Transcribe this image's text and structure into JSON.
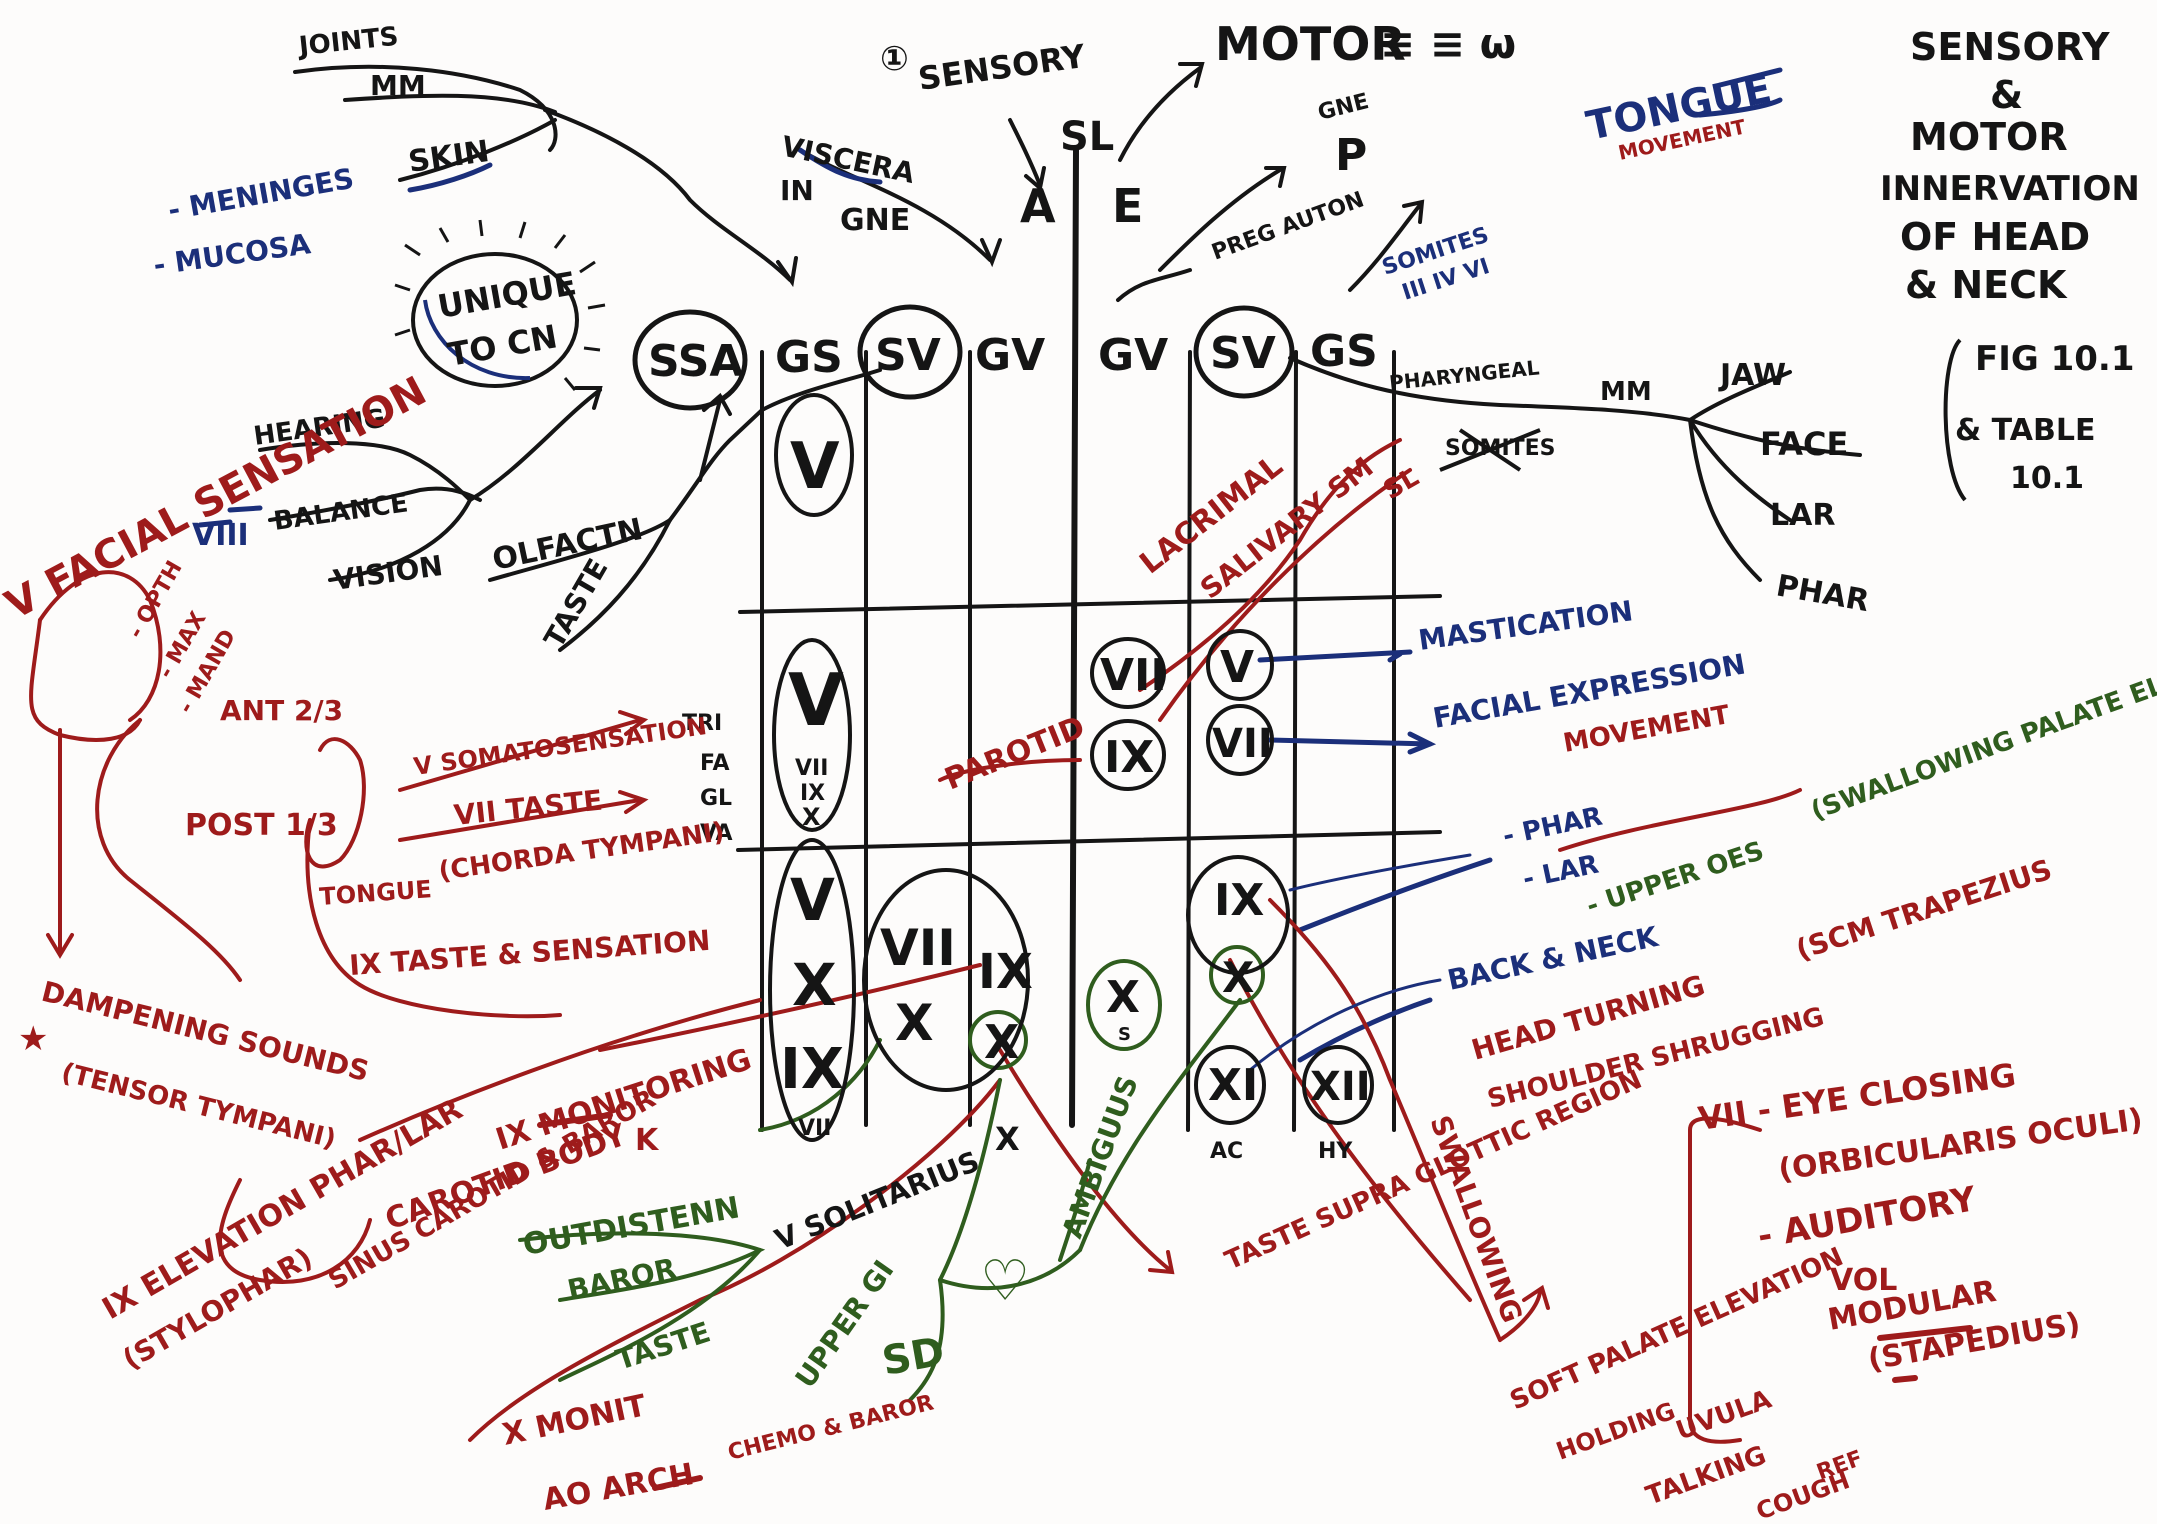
{
  "header": {
    "sensory": "SENSORY",
    "motor": "MOTOR",
    "motor_symbol": "≡ ≡ ω",
    "circled": "①",
    "sl": "SL",
    "a": "A",
    "e": "E",
    "title_lines": [
      "SENSORY",
      "&",
      "MOTOR",
      "INNERVATION",
      "OF HEAD",
      "& NECK"
    ],
    "ref_lines": [
      "FIG 10.1",
      "& TABLE",
      "10.1"
    ]
  },
  "top_left": {
    "joints": "JOINTS",
    "mm": "MM",
    "skin": "SKIN",
    "meninges": "- MENINGES",
    "mucosa": "- MUCOSA",
    "unique": "UNIQUE",
    "to_cn": "TO CN",
    "hearing": "HEARING",
    "balance": "BALANCE",
    "vision": "VISION",
    "viii": "VIII",
    "olfaction": "OLFACTN",
    "taste": "TASTE",
    "viscera": "VISCERA",
    "in": "IN",
    "gne": "GNE"
  },
  "columns": {
    "ssa": "SSA",
    "gs_left": "GS",
    "sv_left": "SV",
    "gv_left": "GV",
    "gv_right": "GV",
    "sv_right": "SV",
    "gs_right": "GS"
  },
  "top_right": {
    "gne": "GNE",
    "p": "P",
    "preg_auton": "PREG AUTON",
    "somites": "SOMITES",
    "somites_nums": "III IV VI",
    "tongue": "TONGUE",
    "movement": "MOVEMENT",
    "pharyngeal": "PHARYNGEAL",
    "mm": "MM",
    "somites_crossed": "SOMITES",
    "jaw": "JAW",
    "face": "FACE",
    "lar": "LAR",
    "phar": "PHAR"
  },
  "grid": {
    "row1_gs": "V",
    "row2_gs": "V",
    "row2_gs_small": [
      "VII",
      "IX",
      "X"
    ],
    "row3_gs": [
      "V",
      "X",
      "IX"
    ],
    "row3_gs_small": "VII",
    "row3_sv_top": "VII",
    "row3_sv_bottom": "X",
    "row3_gv_top": "IX",
    "row3_gv_bottom": "X",
    "row2_gve_top": "VII",
    "row2_gve_bottom": "IX",
    "row3_gve": "X",
    "row3_gve_sub": "S",
    "row2_sve_top": "V",
    "row2_sve_bottom": "VII",
    "row3_sve_top": "IX",
    "row3_sve_bottom": "X",
    "row3_gs_xi": "XI",
    "row3_gs_xii": "XII",
    "ac": "AC",
    "hy": "HY",
    "side_labels": [
      "TRI",
      "FA",
      "GL",
      "VA"
    ]
  },
  "middle_right": {
    "lacrimal": "LACRIMAL",
    "salivary_sm": "SALIVARY SM",
    "sl": "SL",
    "parotid": "PAROTID",
    "mastication": "MASTICATION",
    "facial_expression": "FACIAL EXPRESSION",
    "movement": "MOVEMENT",
    "swallowing": "(SWALLOWING PALATE ELEVATION)",
    "phar": "- PHAR",
    "lar": "- LAR",
    "upper_oes": "- UPPER OES",
    "back_neck": "BACK & NECK",
    "head_turning": "HEAD TURNING",
    "shoulder": "SHOULDER SHRUGGING",
    "scm_trapezius": "(SCM TRAPEZIUS",
    "swallowing_red": "SWALLOWING"
  },
  "left_red": {
    "v_facial": "V FACIAL SENSATION",
    "opth": "- OPTH",
    "max": "- MAX",
    "mand": "- MAND",
    "ant_2_3": "ANT 2/3",
    "post_1_3": "POST 1/3",
    "tongue_v": "V SOMATOSENSATION",
    "vii_taste": "VII TASTE",
    "tongue": "TONGUE",
    "chorda": "(CHORDA TYMPANI)",
    "ix_taste": "IX TASTE & SENSATION",
    "dampening": "DAMPENING SOUNDS",
    "tensor": "(TENSOR TYMPANI)",
    "star": "★"
  },
  "bottom": {
    "ix_monitoring": "IX MONITORING",
    "carotid_body": "CAROTID BODY",
    "k": "K",
    "ix_elevation": "IX ELEVATION PHAR/LAR",
    "stylophar": "(STYLOPHAR)",
    "sinus": "SINUS CAROTID & BAROR",
    "outdisten": "OUTDISTENN",
    "baror": "BAROR",
    "taste": "TASTE",
    "v_solitarius": "V SOLITARIUS",
    "x": "X",
    "x_monit": "X MONIT",
    "ao_arch": "AO ARCH",
    "chemo_baror": "CHEMO & BAROR",
    "upper_gi": "UPPER GI",
    "sd": "SD",
    "heart": "♡",
    "ambiguus": "AMBIGUUS",
    "taste_supraglottic": "TASTE SUPRA GLOTTIC REGION",
    "soft_palate": "SOFT PALATE ELEVATION",
    "holding": "HOLDING",
    "uvula": "UVULA",
    "talking": "TALKING",
    "cough": "COUGH",
    "ref": "REF"
  },
  "bottom_right": {
    "vii_eye": "VII - EYE CLOSING",
    "orbicularis": "(ORBICULARIS OCULI)",
    "auditory": "- AUDITORY",
    "vol": "VOL",
    "modular": "MODULAR",
    "stapedius": "(STAPEDIUS)"
  },
  "colors": {
    "black": "#151515",
    "blue": "#1b2f7a",
    "red": "#9e1b1b",
    "green": "#2f5d1e"
  }
}
